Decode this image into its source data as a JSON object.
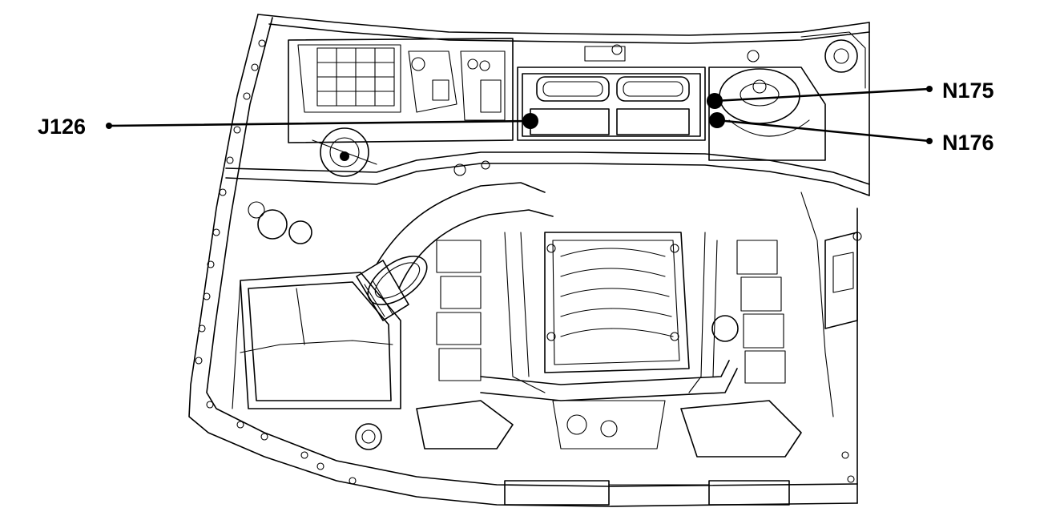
{
  "callouts": [
    {
      "id": "J126",
      "label": "J126"
    },
    {
      "id": "N175",
      "label": "N175"
    },
    {
      "id": "N176",
      "label": "N176"
    }
  ]
}
